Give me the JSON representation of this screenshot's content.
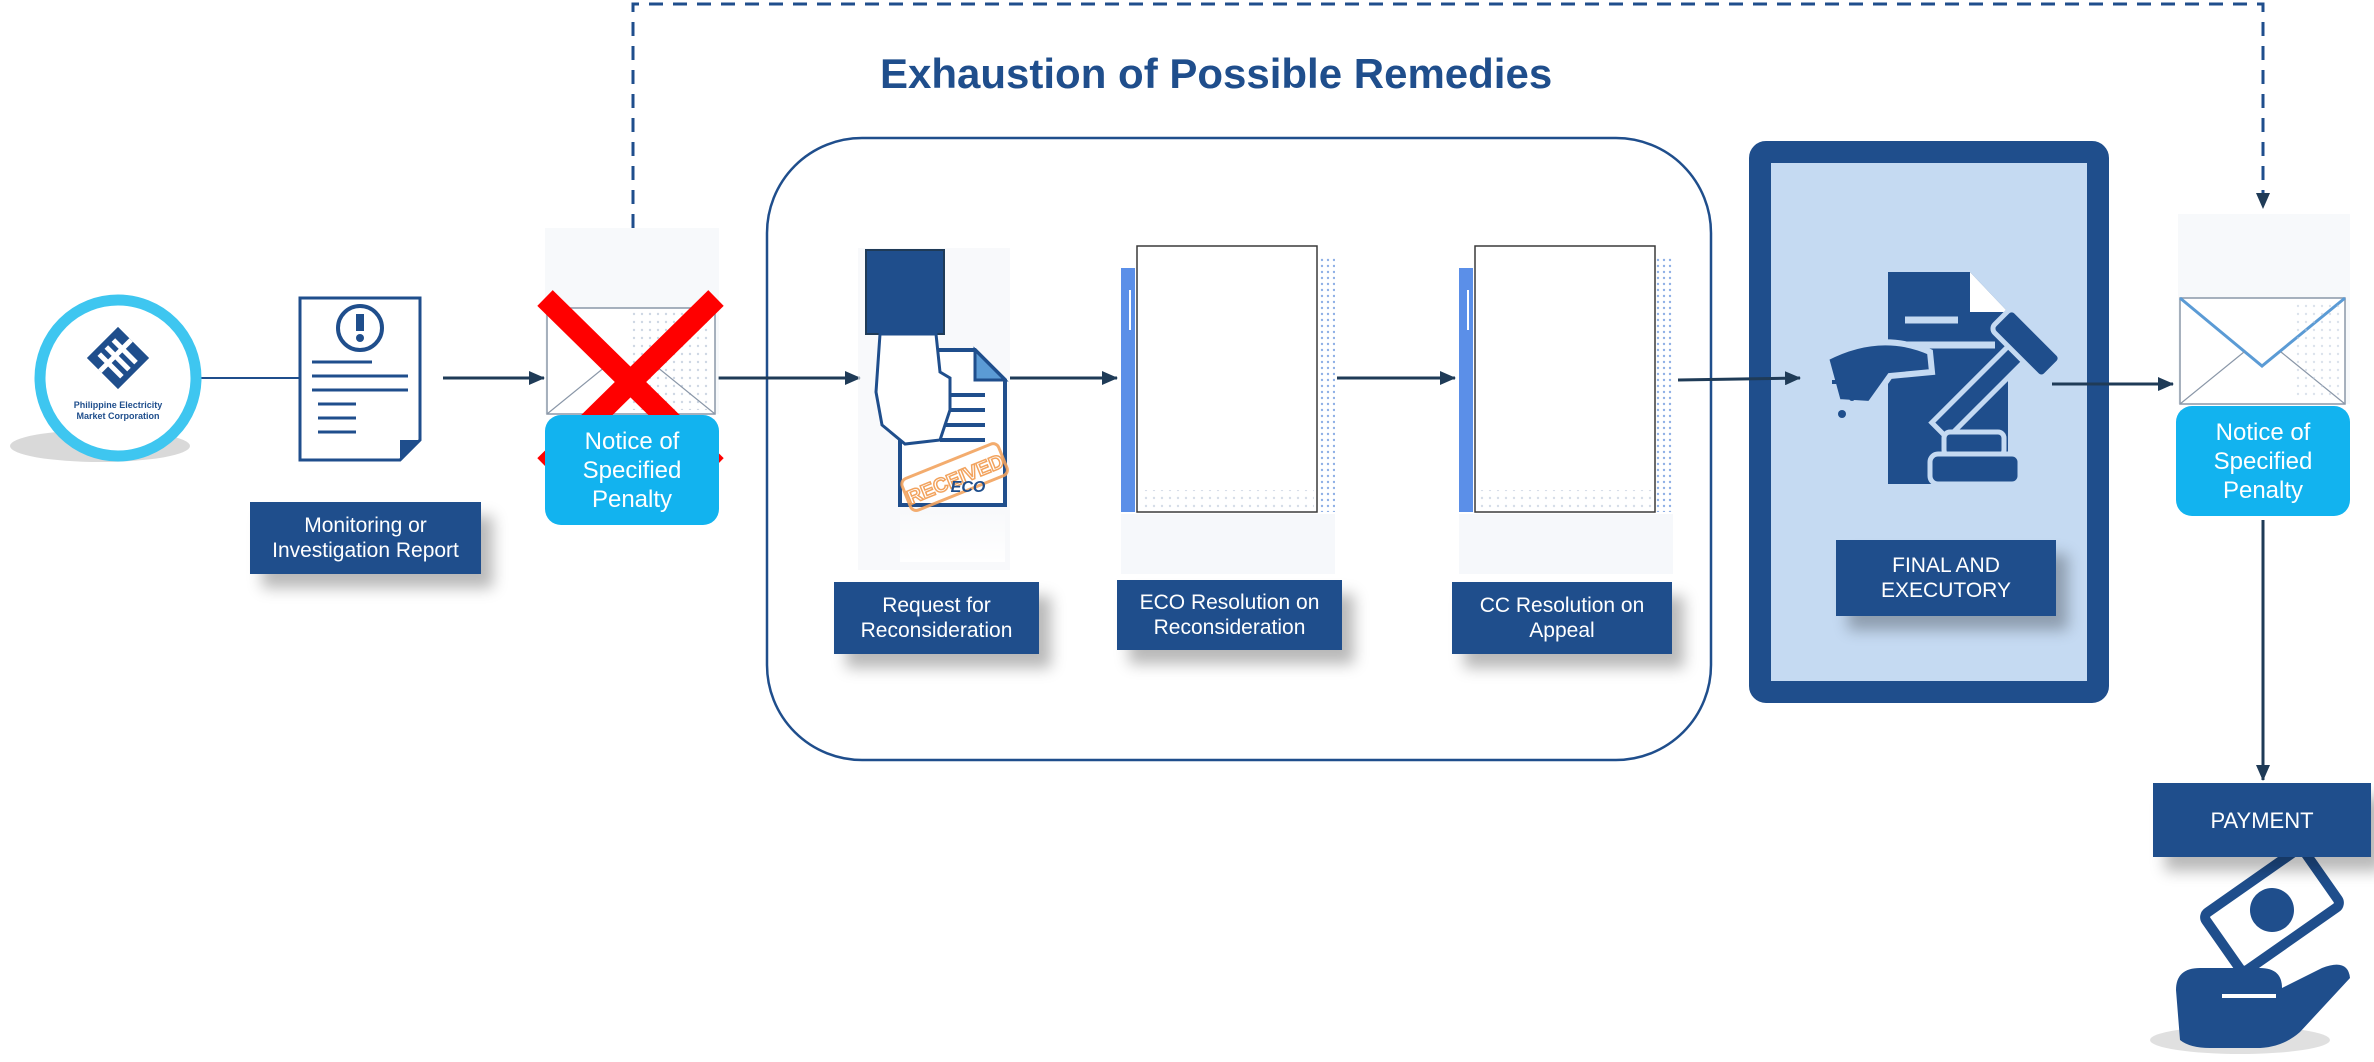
{
  "title": "Exhaustion of Possible Remedies",
  "logo": {
    "line1": "Philippine Electricity",
    "line2": "Market Corporation"
  },
  "steps": {
    "monitoring": {
      "line1": "Monitoring or",
      "line2": "Investigation Report"
    },
    "notice_cancelled": {
      "line1": "Notice of",
      "line2": "Specified",
      "line3": "Penalty"
    },
    "request": {
      "line1": "Request for",
      "line2": "Reconsideration"
    },
    "eco_resolution": {
      "line1": "ECO Resolution on",
      "line2": "Reconsideration"
    },
    "cc_resolution": {
      "line1": "CC Resolution on",
      "line2": "Appeal"
    },
    "final": {
      "line1": "FINAL AND",
      "line2": "EXECUTORY"
    },
    "notice_final": {
      "line1": "Notice of",
      "line2": "Specified",
      "line3": "Penalty"
    },
    "payment": "PAYMENT"
  },
  "stamp": {
    "text": "RECEIVED",
    "sub": "ECO"
  },
  "colors": {
    "primary": "#1f4e8c",
    "accent": "#12b3ef",
    "logo_ring": "#3ec6f0",
    "final_fill": "#c5daf2",
    "cancel": "#ff0000",
    "stamp": "#f2a35e"
  },
  "icons": [
    "logo-icon",
    "report-document-icon",
    "envelope-icon",
    "cancel-x-icon",
    "hand-document-icon",
    "blank-document-icon",
    "gavel-document-icon",
    "money-hand-icon"
  ]
}
